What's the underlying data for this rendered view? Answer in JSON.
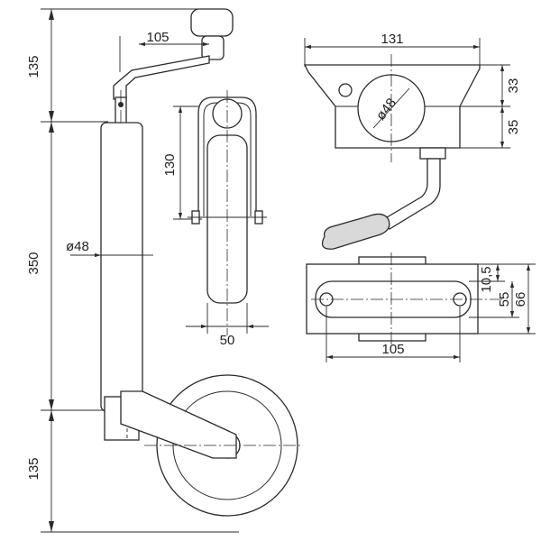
{
  "dimensions": {
    "side_top_height": "135",
    "crank_reach": "105",
    "tube_length": "350",
    "tube_diameter": "ø48",
    "wheel_bottom_height": "135",
    "fork_height": "130",
    "wheel_width": "50",
    "clamp_width": "131",
    "clamp_upper_height": "33",
    "clamp_lower_height": "35",
    "clamp_bore": "ø48",
    "plate_hole_spacing": "105",
    "plate_slot_offset": "10,5",
    "plate_hole_height": "55",
    "plate_total_height": "66"
  }
}
